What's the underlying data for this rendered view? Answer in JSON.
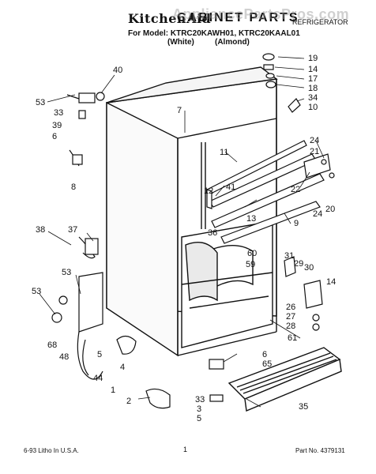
{
  "header": {
    "brand": "KitchenAid",
    "watermark": "AppliancePartsPros.com",
    "section_title": "CABINET PARTS",
    "doc_type": "REFRIGERATOR",
    "model_line": "For Model: KTRC20KAWH01, KTRC20KAAL01",
    "variant_white": "(White)",
    "variant_almond": "(Almond)"
  },
  "callouts": [
    "53",
    "33",
    "39",
    "6",
    "8",
    "40",
    "7",
    "11",
    "19",
    "14",
    "17",
    "18",
    "34",
    "10",
    "24",
    "21",
    "22",
    "12",
    "41",
    "13",
    "36",
    "60",
    "59",
    "9",
    "24",
    "20",
    "38",
    "37",
    "53",
    "53",
    "68",
    "48",
    "5",
    "44",
    "4",
    "1",
    "2",
    "33",
    "3",
    "5",
    "31",
    "29",
    "30",
    "14",
    "26",
    "27",
    "28",
    "61",
    "6",
    "65",
    "35"
  ],
  "footer": {
    "left": "6-93   Litho In U.S.A.",
    "page": "1",
    "right": "Part No. 4379131"
  }
}
